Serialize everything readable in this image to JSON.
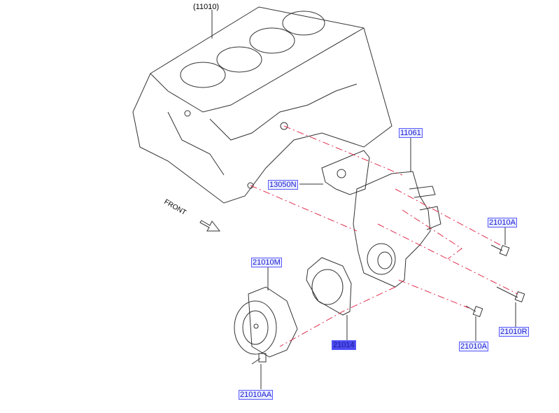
{
  "diagram": {
    "block_label": "(11010)",
    "front_label": "FRONT",
    "parts": [
      {
        "id": "11061",
        "selected": false
      },
      {
        "id": "13050N",
        "selected": false
      },
      {
        "id": "21010A",
        "selected": false
      },
      {
        "id": "21010M",
        "selected": false
      },
      {
        "id": "21014",
        "selected": true
      },
      {
        "id": "21010R",
        "selected": false
      },
      {
        "id": "21010A",
        "selected": false
      },
      {
        "id": "21010AA",
        "selected": false
      }
    ]
  },
  "colors": {
    "label_border": "#5a5aff",
    "label_text": "#1a1ad0",
    "selected_fill": "#4a4aee",
    "leader_dash": "#e03050"
  }
}
